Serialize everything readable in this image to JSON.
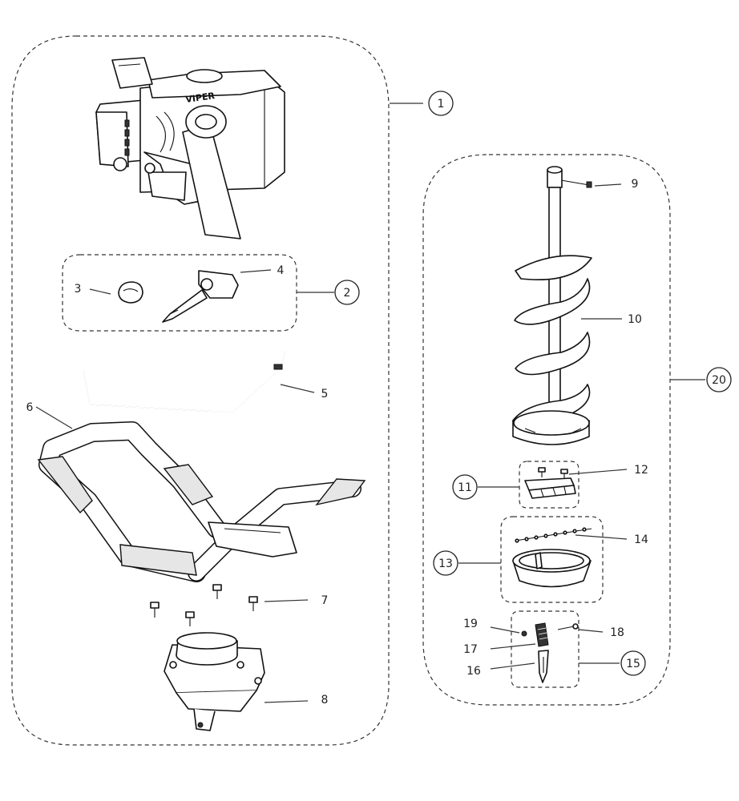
{
  "callouts": {
    "c1": "1",
    "c2": "2",
    "c3": "3",
    "c4": "4",
    "c5": "5",
    "c6": "6",
    "c7": "7",
    "c8": "8",
    "c9": "9",
    "c10": "10",
    "c11": "11",
    "c12": "12",
    "c13": "13",
    "c14": "14",
    "c15": "15",
    "c16": "16",
    "c17": "17",
    "c18": "18",
    "c19": "19",
    "c20": "20"
  },
  "engine_decal": "VIPER",
  "colors": {
    "line": "#111111",
    "fill": "#ffffff",
    "shade": "#e6e6e6"
  }
}
